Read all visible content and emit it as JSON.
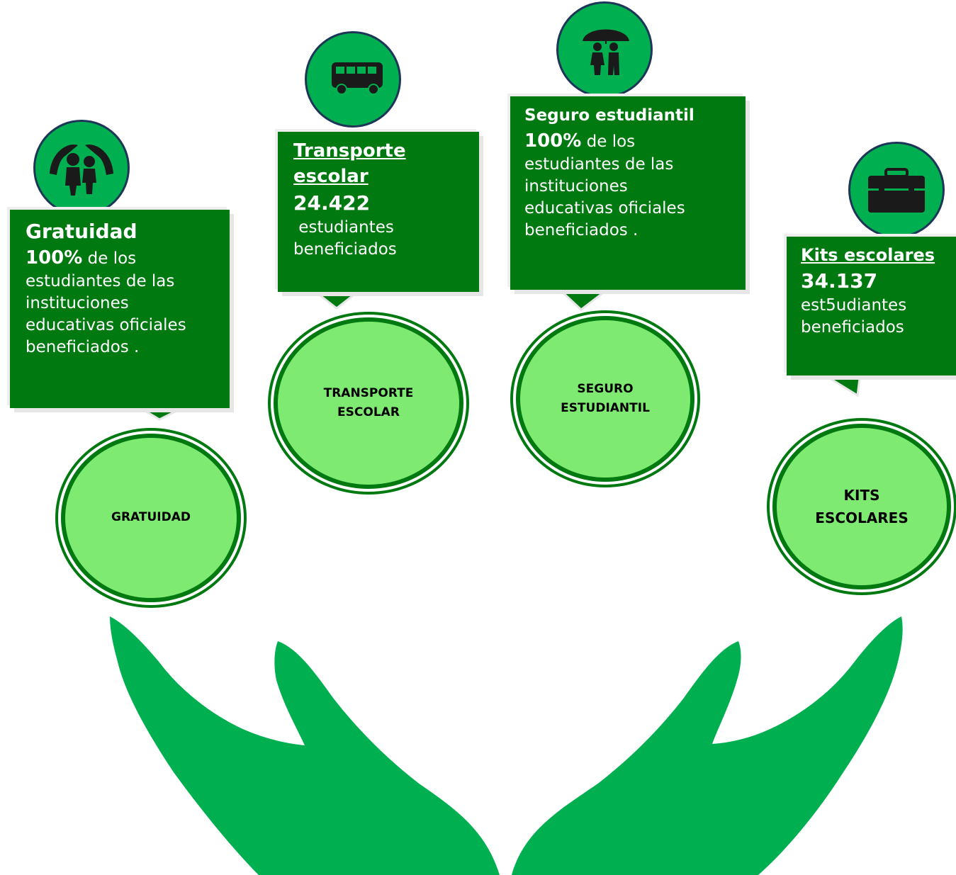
{
  "colors": {
    "dark_green": "#007a10",
    "light_green": "#7fea71",
    "icon_green": "#00b050",
    "hands_green": "#00b050",
    "icon_dark": "#1a1a1a"
  },
  "items": [
    {
      "icon": "family-protection-icon",
      "title": "Gratuidad",
      "highlight": "100%",
      "highlight_tail": " de los",
      "lines": [
        "estudiantes de las",
        "instituciones",
        "educativas  oficiales",
        "beneficiados ."
      ],
      "circle_label_1": "GRATUIDAD",
      "circle_label_2": ""
    },
    {
      "icon": "bus-icon",
      "title": "Transporte",
      "title_2": "escolar",
      "highlight": "24.422",
      "lines": [
        " estudiantes",
        "beneficiados"
      ],
      "circle_label_1": "TRANSPORTE",
      "circle_label_2": "ESCOLAR"
    },
    {
      "icon": "umbrella-people-icon",
      "title": "Seguro estudiantil",
      "highlight": "100%",
      "highlight_tail": " de los",
      "lines": [
        "estudiantes de las",
        "instituciones",
        "educativas oficiales",
        "beneficiados ."
      ],
      "circle_label_1": "SEGURO",
      "circle_label_2": "ESTUDIANTIL"
    },
    {
      "icon": "briefcase-icon",
      "title": "Kits escolares",
      "highlight": "34.137",
      "lines": [
        "est5udiantes",
        "beneficiados"
      ],
      "circle_label_1": "KITS",
      "circle_label_2": "ESCOLARES"
    }
  ]
}
